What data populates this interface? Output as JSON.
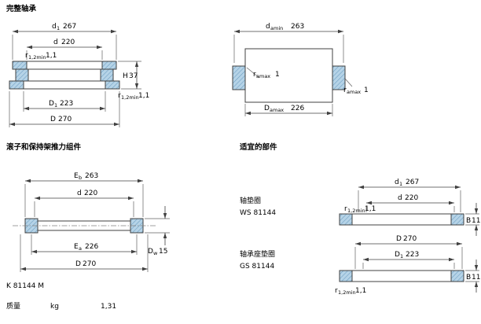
{
  "colors": {
    "background": "#ffffff",
    "line": "#404040",
    "section_fill": "#b5d3e7",
    "hatch_line": "#6b9cc0",
    "text": "#000000"
  },
  "sections": {
    "complete_bearing": {
      "title": "完整轴承",
      "dims": {
        "d1": {
          "sym": "d",
          "sub": "1",
          "val": "267"
        },
        "d": {
          "sym": "d",
          "val": "220"
        },
        "r12_top": {
          "sym": "r",
          "sub": "1,2min",
          "val": "1,1"
        },
        "H": {
          "sym": "H",
          "val": "37"
        },
        "r12_bottom": {
          "sym": "r",
          "sub": "1,2min",
          "val": "1,1"
        },
        "D1": {
          "sym": "D",
          "sub": "1",
          "val": "223"
        },
        "D": {
          "sym": "D",
          "val": "270"
        }
      }
    },
    "abutment": {
      "dims": {
        "damin": {
          "sym": "d",
          "sub": "amin",
          "val": "263"
        },
        "ramax_left": {
          "sym": "r",
          "sub": "amax",
          "val": "1"
        },
        "ramax_right": {
          "sym": "r",
          "sub": "amax",
          "val": "1"
        },
        "Damax": {
          "sym": "D",
          "sub": "amax",
          "val": "226"
        }
      }
    },
    "assembly": {
      "title": "滚子和保持架推力组件",
      "designation": "K 81144 M",
      "mass_label": "质量",
      "mass_unit": "kg",
      "mass_value": "1,31",
      "dims": {
        "Eb": {
          "sym": "E",
          "sub": "b",
          "val": "263"
        },
        "d": {
          "sym": "d",
          "val": "220"
        },
        "Ea": {
          "sym": "E",
          "sub": "a",
          "val": "226"
        },
        "D": {
          "sym": "D",
          "val": "270"
        },
        "Dw": {
          "sym": "D",
          "sub": "w",
          "val": "15"
        }
      }
    },
    "components": {
      "title": "适宜的部件",
      "shaft_washer": {
        "name": "轴垫圈",
        "designation": "WS 81144",
        "dims": {
          "d1": {
            "sym": "d",
            "sub": "1",
            "val": "267"
          },
          "d": {
            "sym": "d",
            "val": "220"
          },
          "r12": {
            "sym": "r",
            "sub": "1,2min",
            "val": "1,1"
          },
          "B": {
            "sym": "B",
            "val": "11"
          }
        }
      },
      "housing_washer": {
        "name": "轴承座垫圈",
        "designation": "GS 81144",
        "dims": {
          "D": {
            "sym": "D",
            "val": "270"
          },
          "D1": {
            "sym": "D",
            "sub": "1",
            "val": "223"
          },
          "r12": {
            "sym": "r",
            "sub": "1,2min",
            "val": "1,1"
          },
          "B": {
            "sym": "B",
            "val": "11"
          }
        }
      }
    }
  }
}
